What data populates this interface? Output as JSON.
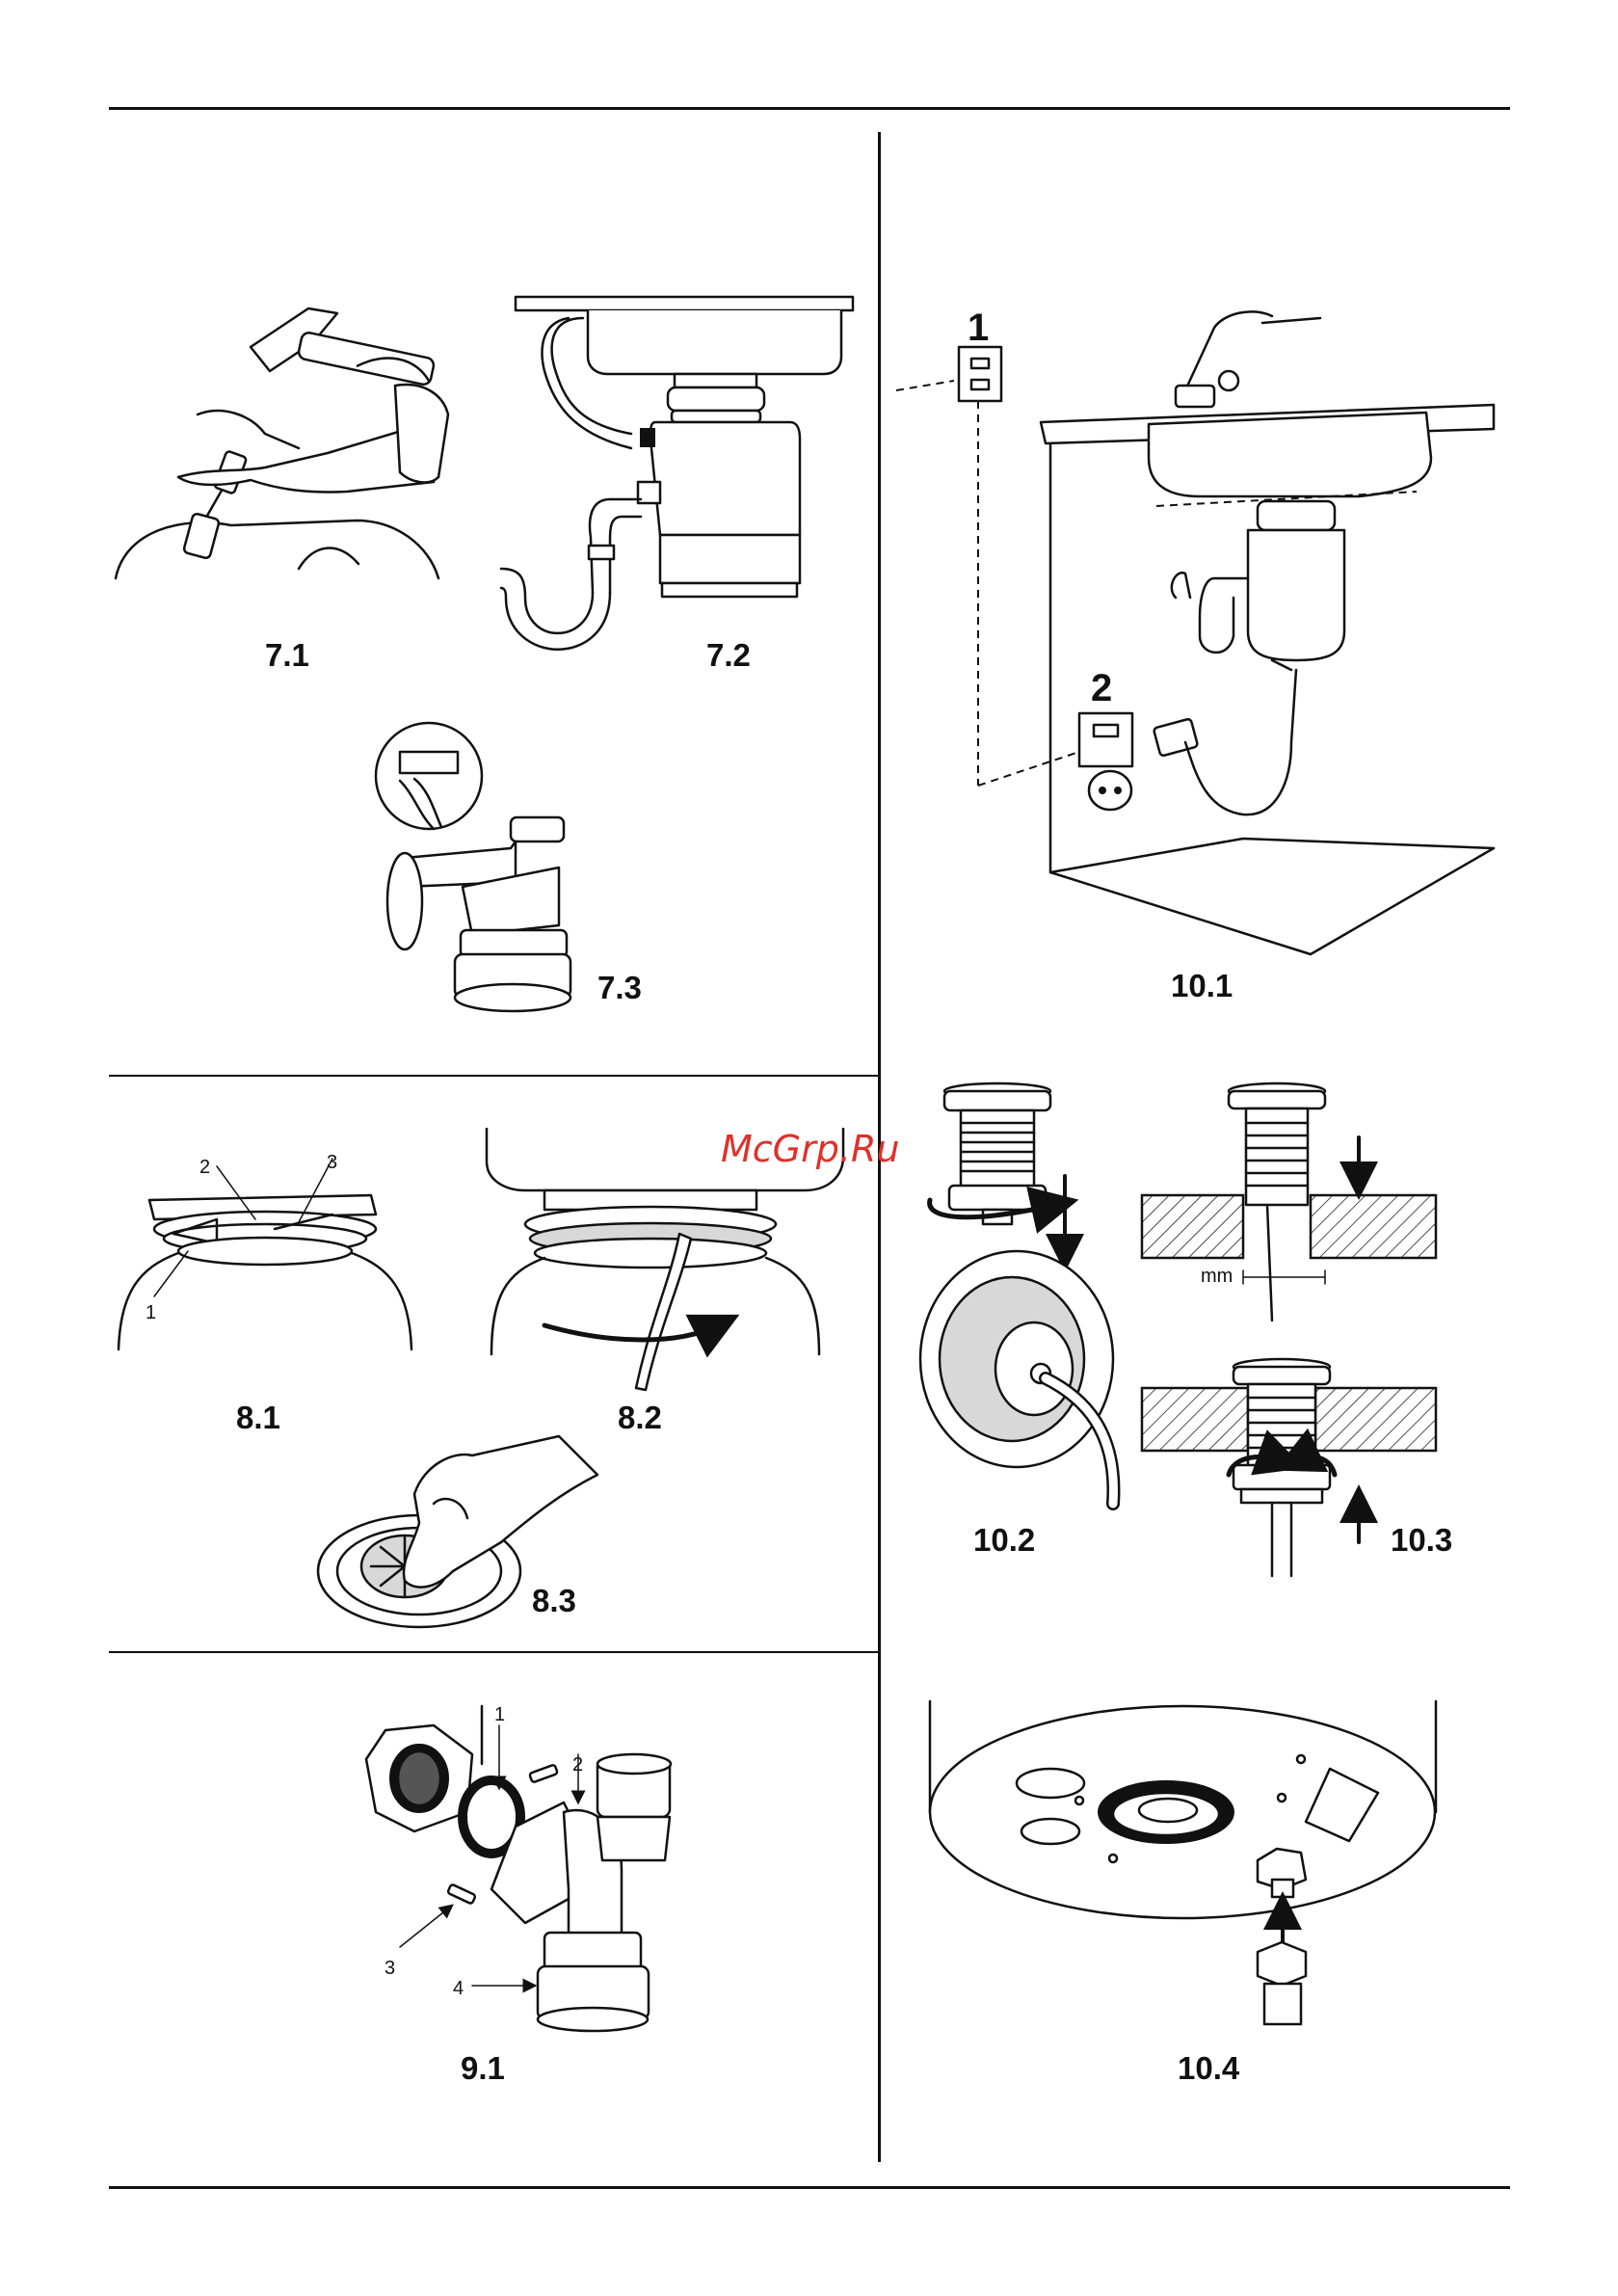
{
  "figures": {
    "f7_1": "7.1",
    "f7_2": "7.2",
    "f7_3": "7.3",
    "f8_1": "8.1",
    "f8_2": "8.2",
    "f8_3": "8.3",
    "f9_1": "9.1",
    "f10_1": "10.1",
    "f10_2": "10.2",
    "f10_3": "10.3",
    "f10_4": "10.4"
  },
  "callouts_8_1": [
    "1",
    "2",
    "3"
  ],
  "callouts_9_1": [
    "1",
    "2",
    "3",
    "4"
  ],
  "steps_10_1": [
    "1",
    "2"
  ],
  "unit_10_3": "mm",
  "watermark": "McGrp.Ru",
  "colors": {
    "line": "#111111",
    "watermark": "#e0302a",
    "background": "#ffffff"
  }
}
